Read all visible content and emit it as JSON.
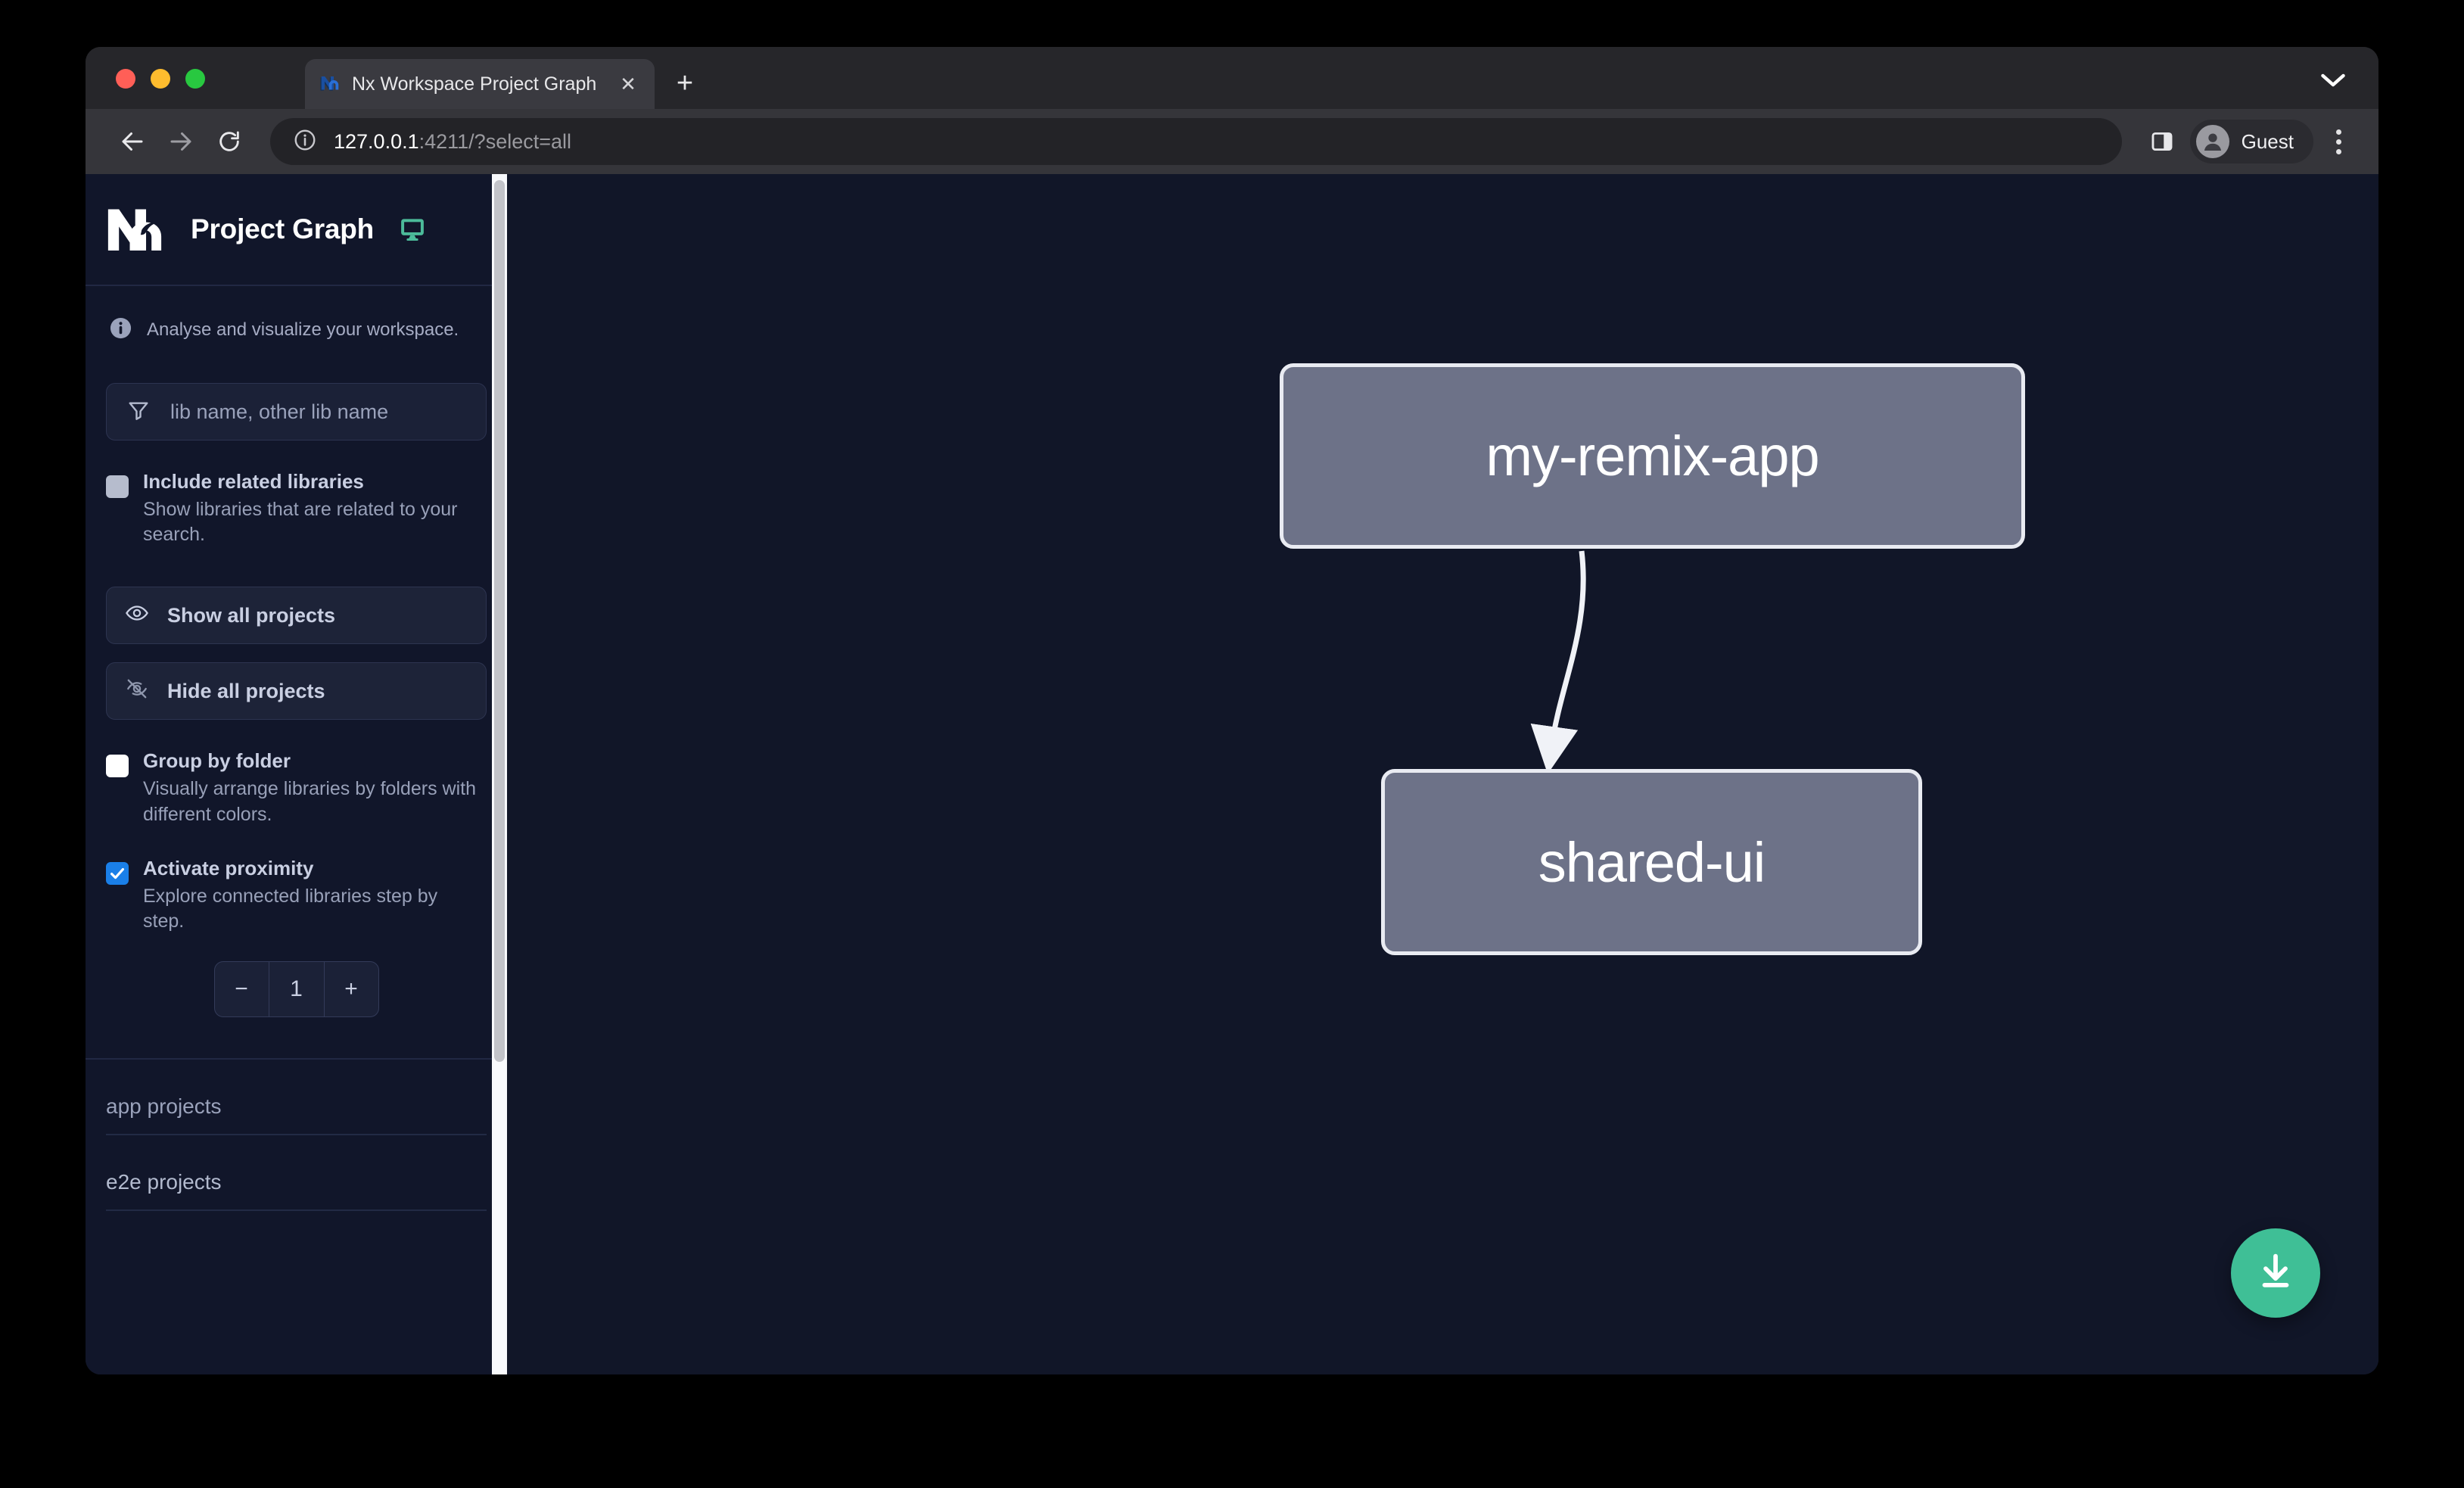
{
  "browser": {
    "tab": {
      "title": "Nx Workspace Project Graph",
      "favicon": "nx-favicon-icon",
      "close_label": "✕"
    },
    "new_tab_label": "+",
    "omnibox": {
      "host": "127.0.0.1",
      "rest": ":4211/?select=all",
      "security_icon": "info-circle-icon"
    },
    "profile": {
      "name": "Guest",
      "avatar_icon": "person-avatar-icon"
    },
    "nav": {
      "back_icon": "arrow-left-icon",
      "forward_icon": "arrow-right-icon",
      "reload_icon": "reload-icon"
    },
    "side_panel_icon": "side-panel-icon",
    "menu_icon": "three-dots-menu-icon",
    "tabstrip_chevron_icon": "chevron-down-icon"
  },
  "sidebar": {
    "logo_icon": "nx-logo-icon",
    "title": "Project Graph",
    "monitor_icon": "monitor-icon",
    "subtitle": "Analyse and visualize your workspace.",
    "subtitle_icon": "info-icon",
    "search": {
      "placeholder": "lib name, other lib name",
      "value": "",
      "icon": "filter-funnel-icon"
    },
    "options": [
      {
        "label": "Include related libraries",
        "description": "Show libraries that are related to your search.",
        "state": "indeterminate"
      },
      {
        "label": "Group by folder",
        "description": "Visually arrange libraries by folders with different colors.",
        "state": "unchecked"
      },
      {
        "label": "Activate proximity",
        "description": "Explore connected libraries step by step.",
        "state": "checked"
      }
    ],
    "buttons": [
      {
        "label": "Show all projects",
        "icon": "eye-icon"
      },
      {
        "label": "Hide all projects",
        "icon": "eye-slash-icon"
      }
    ],
    "stepper": {
      "decrement_label": "−",
      "value": "1",
      "increment_label": "+"
    },
    "project_groups": [
      {
        "label": "app projects"
      },
      {
        "label": "e2e projects"
      }
    ]
  },
  "graph": {
    "nodes": [
      {
        "id": "my-remix-app",
        "label": "my-remix-app"
      },
      {
        "id": "shared-ui",
        "label": "shared-ui"
      }
    ],
    "edges": [
      {
        "from": "my-remix-app",
        "to": "shared-ui"
      }
    ],
    "download_button": {
      "icon": "download-icon",
      "color": "#3fbf96"
    }
  },
  "colors": {
    "page_background": "#11162a",
    "sidebar_background": "#11162a",
    "node_fill": "#6d7288",
    "node_border": "#e9ebf2",
    "accent_green": "#3fbf96",
    "accent_blue": "#1a7fe8"
  }
}
